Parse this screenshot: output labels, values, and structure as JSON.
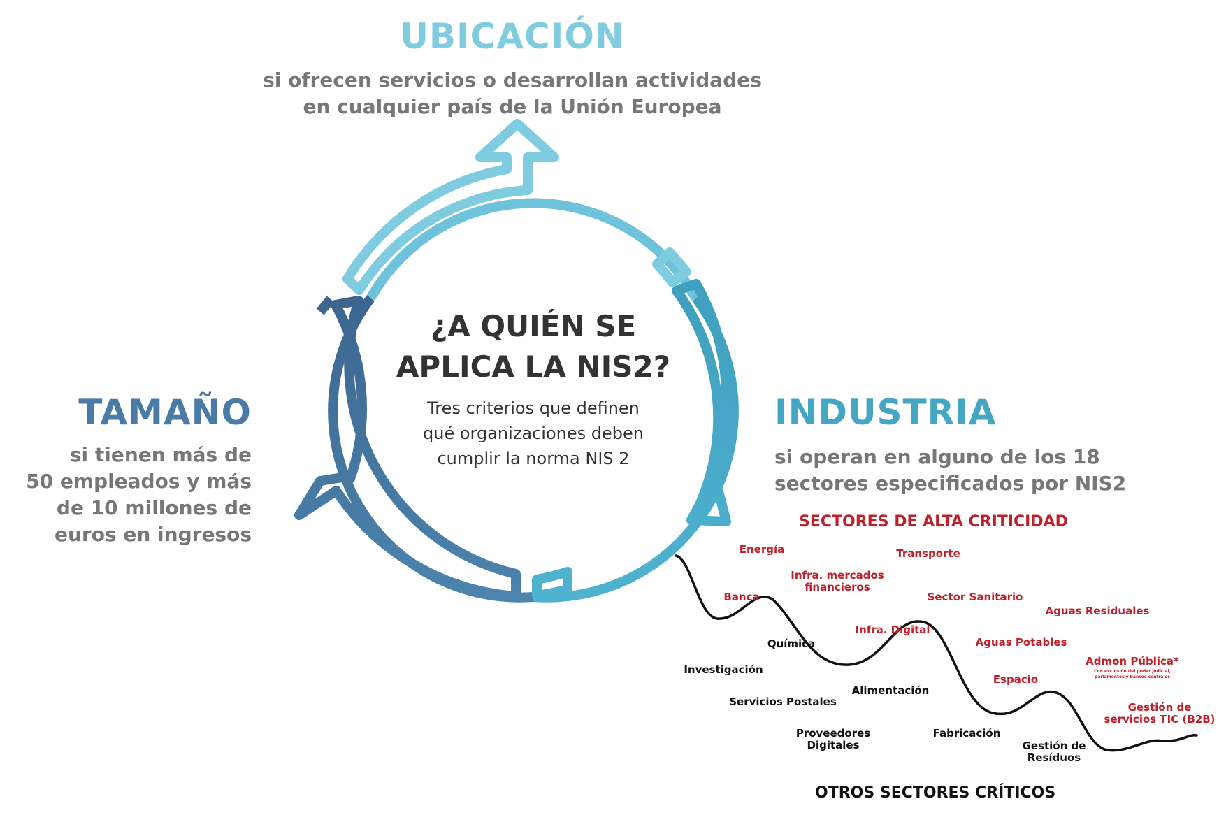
{
  "colors": {
    "ubicacion": "#7fcbe0",
    "industria": "#45a6c4",
    "tamano": "#4a7aa6",
    "grey_text": "#777777",
    "red": "#c0202a",
    "dark": "#333333"
  },
  "center": {
    "title_line1": "¿A QUIÉN SE",
    "title_line2": "APLICA LA NIS2?",
    "subtitle_line1": "Tres criterios que definen",
    "subtitle_line2": "qué organizaciones deben",
    "subtitle_line3": "cumplir la norma NIS 2"
  },
  "ubicacion": {
    "title": "UBICACIÓN",
    "line1": "si ofrecen servicios o desarrollan actividades",
    "line2": "en cualquier país de la Unión Europea"
  },
  "tamano": {
    "title": "TAMAÑO",
    "line1": "si tienen más de",
    "line2": "50 empleados y más",
    "line3": "de 10 millones de",
    "line4": "euros en ingresos"
  },
  "industria": {
    "title": "INDUSTRIA",
    "line1": "si operan en alguno de los 18",
    "line2": "sectores especificados por NIS2"
  },
  "high_criticality": {
    "heading": "SECTORES DE ALTA CRITICIDAD",
    "energia": "Energía",
    "transporte": "Transporte",
    "infra_mercados_1": "Infra. mercados",
    "infra_mercados_2": "financieros",
    "banca": "Banca",
    "sector_sanitario": "Sector Sanitario",
    "aguas_residuales": "Aguas Residuales",
    "infra_digital": "Infra. Digital",
    "aguas_potables": "Aguas Potables",
    "admon_publica": "Admon Pública*",
    "admon_note_1": "Con exclusión del poder judicial,",
    "admon_note_2": "parlamentos y bancos centrales",
    "espacio": "Espacio",
    "gestion_tic_1": "Gestión de",
    "gestion_tic_2": "servicios TIC (B2B)"
  },
  "other_critical": {
    "heading": "OTROS SECTORES CRÍTICOS",
    "quimica": "Química",
    "investigacion": "Investigación",
    "alimentacion": "Alimentación",
    "servicios_postales": "Servicios Postales",
    "proveedores_1": "Proveedores",
    "proveedores_2": "Digitales",
    "fabricacion": "Fabricación",
    "gestion_residuos_1": "Gestión de",
    "gestion_residuos_2": "Resíduos"
  }
}
